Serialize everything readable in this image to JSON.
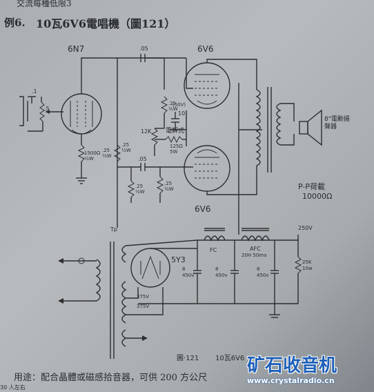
{
  "header": {
    "top_line": "交流每種低限3",
    "figure_num": "例6.",
    "title": "10瓦6V6電唱機（圖121）"
  },
  "labels": {
    "tube_6n7": "6N7",
    "tube_6v6_top": "6V6",
    "tube_6v6_bottom": "6V6",
    "tube_5y3": "5Y3",
    "cap_05_top": ".05",
    "cap_05_mid": ".05",
    "input_cap": ".1",
    "pot": ".5",
    "res_25m_a": ".25",
    "res_25m_a2": "½W",
    "res_25m_b": ".25",
    "res_25m_b2": "½W",
    "res_25m_c": ".25",
    "res_25m_c2": "½W",
    "res_25m_d": ".25",
    "res_25m_d2": "½W",
    "res_25m_e": ".25",
    "res_25m_e2": "½W",
    "res_12k": "12K",
    "res_1500": "1500Ω",
    "res_1500b": "½W",
    "cap_10": "10",
    "v50": "(50V)",
    "electrolytic": "電解式",
    "res_125": "125Ω",
    "res_125b": "5W",
    "speaker": "8\"電動揚聲器",
    "load_1": "P-P荷載",
    "load_2": "10000Ω",
    "tp": "Tp",
    "v250": "250V",
    "fc": "FC",
    "afc": "AFC",
    "afc_spec": "20H 50ma",
    "cap_8_a": "8",
    "cap_8_a2": "450v",
    "cap_8_b": "8",
    "cap_8_b2": "450v",
    "cap_8_c": "8",
    "cap_8_c2": "450v",
    "res_25k": "25K",
    "res_25k2": "10w",
    "v375_a": "375V",
    "v375_b": "375V",
    "caption_fig": "圖·121",
    "caption_title": "10瓦6V6",
    "footer": "用途：配合晶體或磁感拾音器，可供 200 方公尺",
    "page_corner": "30 人左右"
  },
  "watermark": {
    "logo": "矿石收音机",
    "url": "www.crystalradio.cn"
  }
}
